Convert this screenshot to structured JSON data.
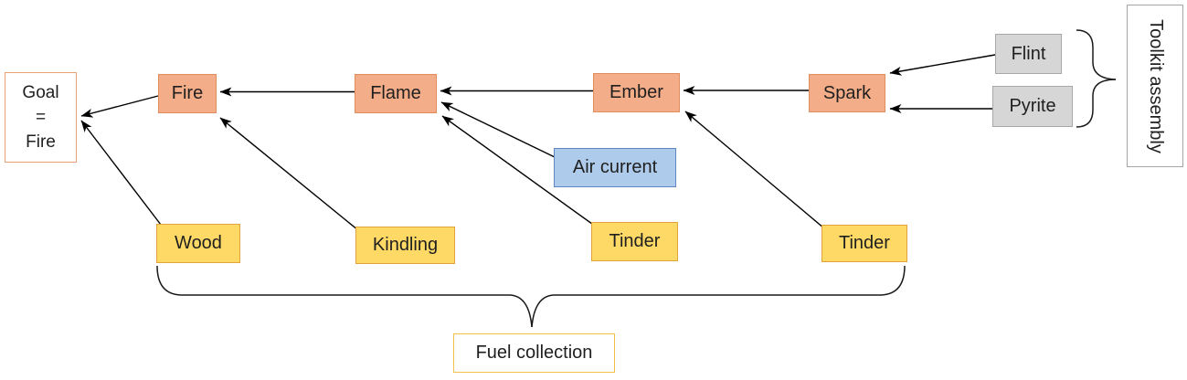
{
  "goal": {
    "l1": "Goal",
    "l2": "=",
    "l3": "Fire"
  },
  "nodes": {
    "fire": "Fire",
    "flame": "Flame",
    "ember": "Ember",
    "spark": "Spark",
    "flint": "Flint",
    "pyrite": "Pyrite",
    "air_current": "Air current",
    "wood": "Wood",
    "kindling": "Kindling",
    "tinder_left": "Tinder",
    "tinder_right": "Tinder"
  },
  "annotations": {
    "toolkit": "Toolkit assembly",
    "fuel": "Fuel collection"
  },
  "edges": [
    {
      "from": "flame",
      "to": "fire"
    },
    {
      "from": "ember",
      "to": "flame"
    },
    {
      "from": "spark",
      "to": "ember"
    },
    {
      "from": "fire",
      "to": "goal"
    },
    {
      "from": "wood",
      "to": "goal"
    },
    {
      "from": "kindling",
      "to": "fire"
    },
    {
      "from": "air_current",
      "to": "flame"
    },
    {
      "from": "tinder_left",
      "to": "flame"
    },
    {
      "from": "tinder_right",
      "to": "ember"
    },
    {
      "from": "flint",
      "to": "spark"
    },
    {
      "from": "pyrite",
      "to": "spark"
    }
  ],
  "groups": [
    {
      "label": "Toolkit assembly",
      "members": [
        "flint",
        "pyrite"
      ]
    },
    {
      "label": "Fuel collection",
      "members": [
        "wood",
        "kindling",
        "tinder_left",
        "tinder_right"
      ]
    }
  ],
  "colors": {
    "stage_fill": "#F4AD89",
    "stage_border": "#E08C5C",
    "fuel_fill": "#FFD966",
    "fuel_border": "#E2A33B",
    "material_fill": "#D6D6D6",
    "material_border": "#A8A8A8",
    "air_fill": "#AECBEB",
    "air_border": "#5E86C5",
    "goal_border": "#E8A273",
    "fuel_label_border": "#F0C24C",
    "toolkit_border": "#A6A6A6",
    "line": "#000000"
  }
}
